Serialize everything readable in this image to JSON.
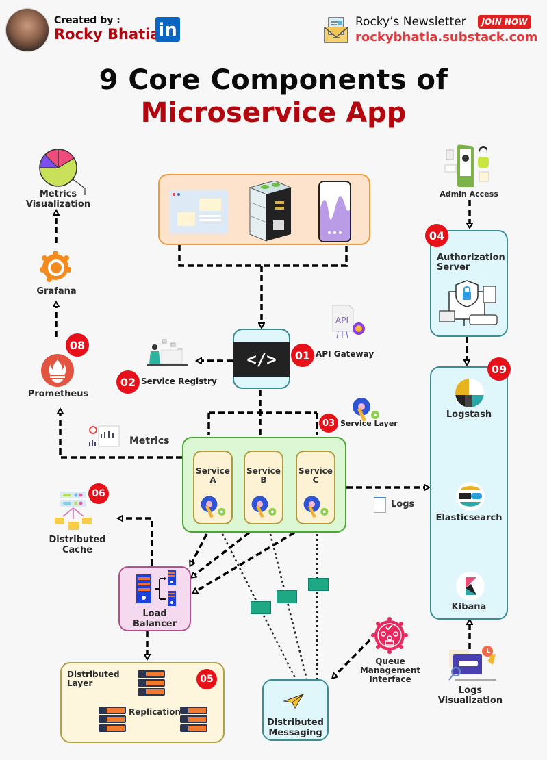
{
  "header": {
    "created_by_label": "Created by :",
    "author_name": "Rocky Bhatia",
    "linkedin_glyph": "in",
    "newsletter_label": "Rocky’s Newsletter",
    "join_button": "JOIN NOW",
    "newsletter_url": "rockybhatia.substack.com"
  },
  "title": {
    "line1": "9  Core Components of",
    "line2": "Microservice App"
  },
  "colors": {
    "brand_red": "#b3060e",
    "badge_red": "#e8111a",
    "linkedin_blue": "#0a66c2",
    "client_box_bg": "#fde3cc",
    "client_box_border": "#ef9a3c",
    "cyan_box_bg": "#dff6fb",
    "cyan_box_border": "#3a8c95",
    "service_layer_bg": "#dcf7d4",
    "service_layer_border": "#4aa632",
    "load_balancer_bg": "#f5d9ee",
    "load_balancer_border": "#b2508f",
    "distributed_layer_bg": "#fdf5dc",
    "distributed_layer_border": "#b3a047",
    "message_envelope": "#1fa884"
  },
  "components": {
    "api_gateway": {
      "number": "01",
      "label": "API Gateway",
      "icon_text": "API"
    },
    "service_registry": {
      "number": "02",
      "label": "Service Registry"
    },
    "service_layer": {
      "number": "03",
      "label": "Service Layer",
      "services": [
        {
          "line1": "Service",
          "line2": "A"
        },
        {
          "line1": "Service",
          "line2": "B"
        },
        {
          "line1": "Service",
          "line2": "C"
        }
      ]
    },
    "authorization_server": {
      "number": "04",
      "line1": "Authorization",
      "line2": "Server"
    },
    "distributed_layer": {
      "number": "05",
      "line1": "Distributed",
      "line2": "Layer",
      "replication": "Replication"
    },
    "distributed_cache": {
      "number": "06",
      "line1": "Distributed",
      "line2": "Cache"
    },
    "prometheus": {
      "number": "08",
      "label": "Prometheus"
    },
    "elk": {
      "number": "09",
      "logstash": "Logstash",
      "elasticsearch": "Elasticsearch",
      "kibana": "Kibana"
    },
    "grafana": {
      "label": "Grafana"
    },
    "metrics_visualization": {
      "line1": "Metrics",
      "line2": "Visualization"
    },
    "admin_access": {
      "label": "Admin Access"
    },
    "load_balancer": {
      "line1": "Load",
      "line2": "Balancer"
    },
    "distributed_messaging": {
      "line1": "Distributed",
      "line2": "Messaging"
    },
    "queue_management": {
      "line1": "Queue",
      "line2": "Management",
      "line3": "Interface"
    },
    "logs_visualization": {
      "line1": "Logs",
      "line2": "Visualization"
    },
    "metrics_edge": {
      "label": "Metrics"
    },
    "logs_edge": {
      "label": "Logs"
    }
  },
  "icons": {
    "code": "</>"
  }
}
